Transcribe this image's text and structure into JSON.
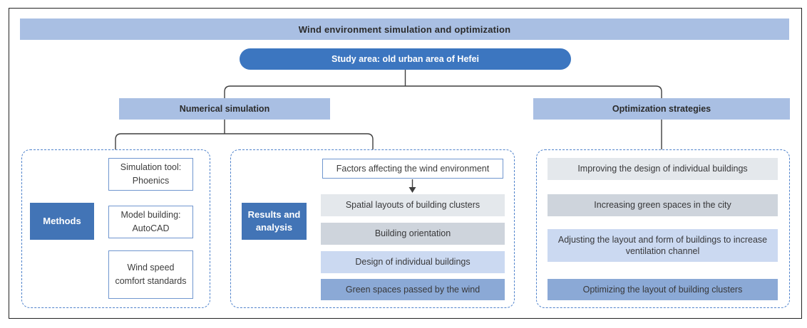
{
  "banner": {
    "title": "Wind environment simulation and optimization"
  },
  "study_area": {
    "label": "Study area: old urban area of Hefei"
  },
  "branches": {
    "numerical": {
      "label": "Numerical simulation"
    },
    "optimization": {
      "label": "Optimization strategies"
    }
  },
  "methods": {
    "label": "Methods",
    "items": [
      {
        "text": "Simulation tool: Phoenics"
      },
      {
        "text": "Model building: AutoCAD"
      },
      {
        "text": "Wind speed comfort standards"
      }
    ]
  },
  "results": {
    "label": "Results and analysis",
    "factors_header": "Factors affecting the wind environment",
    "factors": [
      {
        "text": "Spatial layouts of building clusters",
        "color": "#e4e8ec"
      },
      {
        "text": "Building orientation",
        "color": "#ced4dc"
      },
      {
        "text": "Design of individual buildings",
        "color": "#cbd9f1"
      },
      {
        "text": "Green spaces passed by the wind",
        "color": "#8ba9d6"
      }
    ]
  },
  "strategies": {
    "items": [
      {
        "text": "Improving the design of individual buildings",
        "color": "#e4e8ec"
      },
      {
        "text": "Increasing green spaces in the city",
        "color": "#ced4dc"
      },
      {
        "text": "Adjusting the layout and form of buildings to increase ventilation channel",
        "color": "#cbd9f1"
      },
      {
        "text": "Optimizing the layout of building clusters",
        "color": "#8ba9d6"
      }
    ]
  },
  "colors": {
    "header_fill": "#a9bfe3",
    "pill_fill": "#3c76c0",
    "label_fill": "#4274b6",
    "dashed_border": "#4f82cb",
    "box_border": "#7096cf",
    "connector": "#3f3f3f"
  }
}
